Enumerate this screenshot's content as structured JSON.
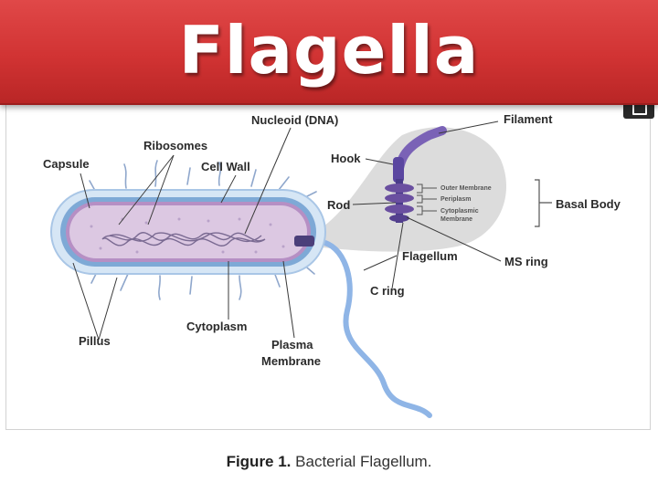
{
  "title": "Flagella",
  "labels": {
    "nucleoid": "Nucleoid (DNA)",
    "filament": "Filament",
    "ribosomes": "Ribosomes",
    "capsule": "Capsule",
    "cell_wall": "Cell Wall",
    "hook": "Hook",
    "rod": "Rod",
    "outer_membrane": "Outer Membrane",
    "periplasm": "Periplasm",
    "cytoplasmic": "Cytoplasmic",
    "membrane": "Membrane",
    "basal_body": "Basal Body",
    "flagellum": "Flagellum",
    "ms_ring": "MS ring",
    "c_ring": "C ring",
    "pillus": "Pillus",
    "cytoplasm": "Cytoplasm",
    "plasma": "Plasma",
    "plasma_membrane": "Membrane"
  },
  "caption": {
    "prefix": "Figure 1.",
    "text": "Bacterial Flagellum."
  },
  "colors": {
    "banner": "#d13333",
    "capsule": "#d6e6f5",
    "cell_wall": "#7ea9d6",
    "cytoplasm": "#d9c4df",
    "flagellum": "#8fb5e6",
    "motor": "#6a4fa0",
    "zoom_cone": "#d8d8d8"
  }
}
